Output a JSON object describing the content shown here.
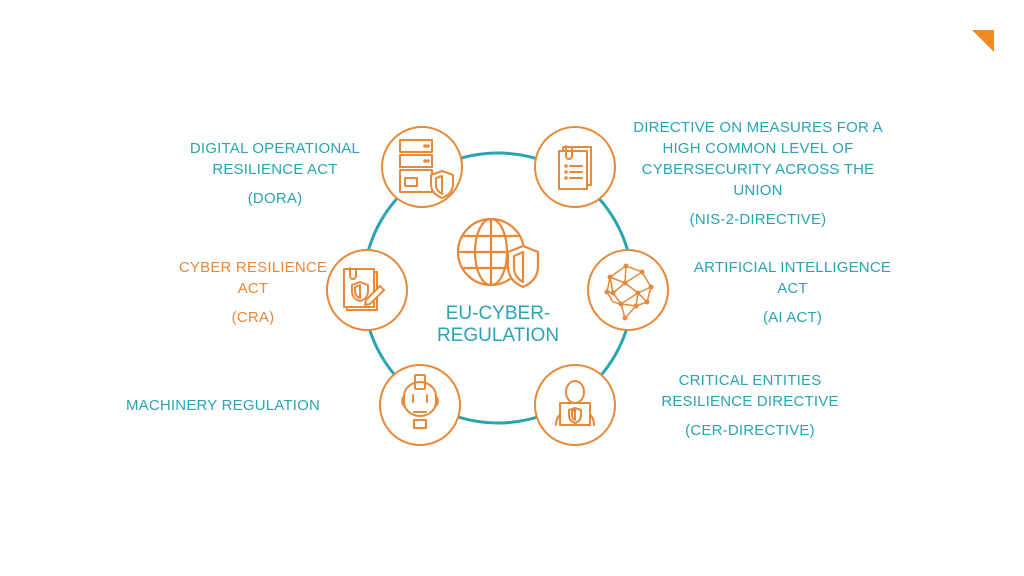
{
  "colors": {
    "accent_orange": "#e8893a",
    "accent_teal": "#2aa3b3",
    "corner": "#f08a24"
  },
  "center": {
    "title_line1": "EU-CYBER-",
    "title_line2": "REGULATION",
    "icon": "globe-shield-icon"
  },
  "nodes": [
    {
      "id": "dora",
      "icon": "server-shield-icon",
      "lines": [
        "DIGITAL OPERATIONAL",
        "RESILIENCE ACT"
      ],
      "abbr": "(DORA)",
      "color": "teal"
    },
    {
      "id": "nis2",
      "icon": "document-checklist-icon",
      "lines": [
        "DIRECTIVE ON MEASURES FOR A",
        "HIGH COMMON LEVEL OF",
        "CYBERSECURITY ACROSS THE",
        "UNION"
      ],
      "abbr": "(NIS-2-DIRECTIVE)",
      "color": "teal"
    },
    {
      "id": "ai",
      "icon": "neural-network-brain-icon",
      "lines": [
        "ARTIFICIAL INTELLIGENCE",
        "ACT"
      ],
      "abbr": "(AI ACT)",
      "color": "teal"
    },
    {
      "id": "cra",
      "icon": "document-shield-pen-icon",
      "lines": [
        "CYBER RESILIENCE",
        "ACT"
      ],
      "abbr": "(CRA)",
      "color": "orange"
    },
    {
      "id": "machinery",
      "icon": "robot-head-icon",
      "lines": [
        "MACHINERY REGULATION"
      ],
      "abbr": "",
      "color": "teal"
    },
    {
      "id": "cer",
      "icon": "person-laptop-shield-icon",
      "lines": [
        "CRITICAL ENTITIES",
        "RESILIENCE DIRECTIVE"
      ],
      "abbr": "(CER-DIRECTIVE)",
      "color": "teal"
    }
  ]
}
